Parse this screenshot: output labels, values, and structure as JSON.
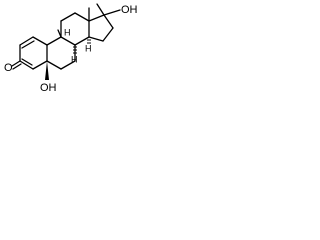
{
  "molecule": {
    "atoms": {
      "ketone_oxygen": "O",
      "hydroxyl_left": "OH",
      "hydroxyl_right": "OH",
      "stereo_h1": "H",
      "stereo_h2": "H",
      "stereo_h3": "H"
    },
    "colors": {
      "bond": "#000000",
      "text": "#000000",
      "background": "#ffffff"
    }
  }
}
